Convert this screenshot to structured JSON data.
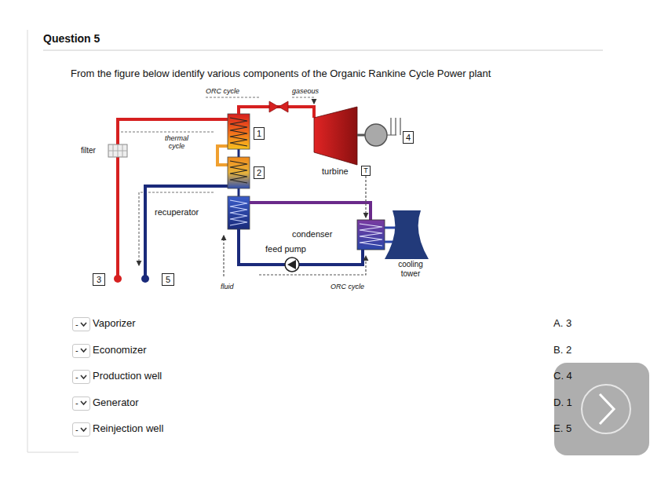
{
  "diagram": {
    "title": "Question 5",
    "nodes": [
      {
        "text": [
          "1"
        ]
      },
      {
        "text": [
          "4"
        ]
      },
      {
        "text": [
          "T"
        ]
      },
      {
        "text": [
          "2"
        ]
      },
      {
        "text": [
          "3"
        ]
      },
      {
        "text": [
          "5"
        ]
      },
      {
        "text": [
          "-"
        ]
      },
      {
        "text": [
          "-"
        ]
      },
      {
        "text": [
          "-"
        ]
      },
      {
        "text": [
          "-"
        ]
      },
      {
        "text": [
          "-"
        ]
      }
    ],
    "labels": [
      "From the figure below identify various components of the Organic Rankine Cycle Power plant",
      "ORC cycle",
      "gaseous",
      "thermal cycle",
      "filter",
      "turbine",
      "recuperator",
      "condenser",
      "feed pump",
      "cooling tower",
      "fluid",
      "ORC cycle",
      "Vaporizer",
      "Economizer",
      "Production well",
      "Generator",
      "Reinjection well",
      "A. 3",
      "B. 2",
      "C. 4",
      "D. 1",
      "E. 5"
    ]
  }
}
